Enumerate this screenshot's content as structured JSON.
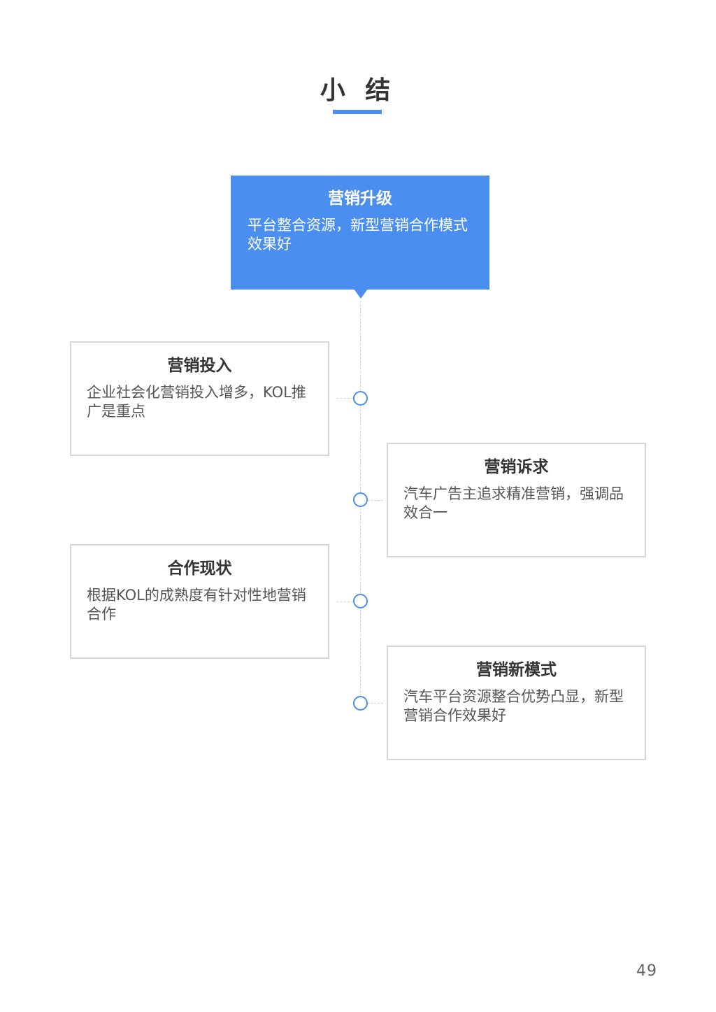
{
  "page": {
    "title": "小 结",
    "page_number": "49"
  },
  "hero": {
    "heading": "营销升级",
    "body": "平台整合资源，新型营销合作模式效果好"
  },
  "cards": [
    {
      "heading": "营销投入",
      "body": "企业社会化营销投入增多，KOL推广是重点"
    },
    {
      "heading": "营销诉求",
      "body": "汽车广告主追求精准营销，强调品效合一"
    },
    {
      "heading": "合作现状",
      "body": "根据KOL的成熟度有针对性地营销合作"
    },
    {
      "heading": "营销新模式",
      "body": "汽车平台资源整合优势凸显，新型营销合作效果好"
    }
  ],
  "colors": {
    "accent": "#4a8ef0",
    "card_border": "#d6d6d6"
  }
}
